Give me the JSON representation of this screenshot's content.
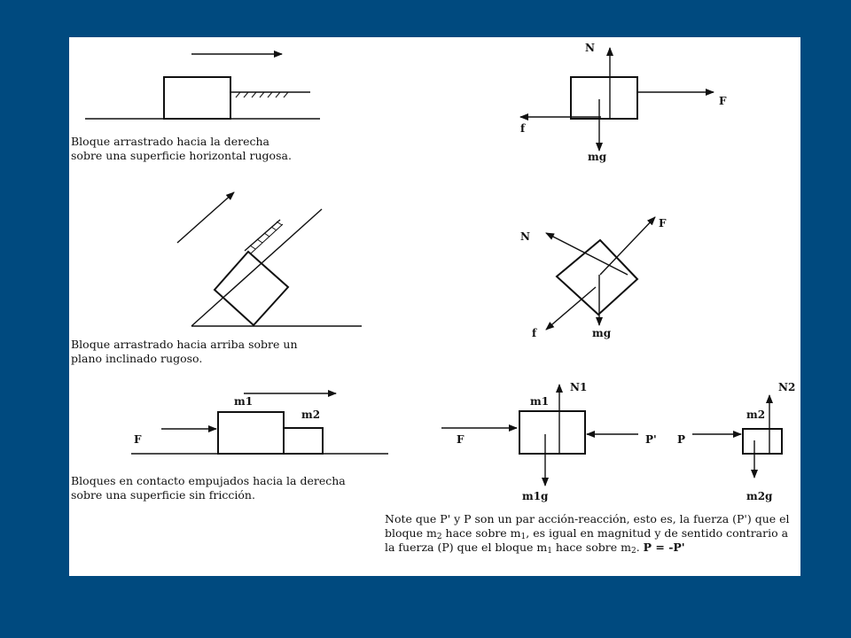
{
  "colors": {
    "background": "#004a7f",
    "panel": "#ffffff",
    "ink": "#111111"
  },
  "captions": {
    "horizontal": "Bloque arrastrado hacia la derecha sobre una superficie horizontal rugosa.",
    "incline": "Bloque arrastrado hacia arriba sobre un plano inclinado rugoso.",
    "contact": "Bloques en contacto empujados hacia la derecha sobre una superficie sin fricción."
  },
  "labels": {
    "horizontal_fbd": {
      "normal": "N",
      "applied": "F",
      "friction": "f",
      "weight": "mg"
    },
    "incline_fbd": {
      "normal": "N",
      "applied": "F",
      "friction": "f",
      "weight": "mg"
    },
    "contact_scene": {
      "mass1": "m1",
      "mass2": "m2",
      "applied": "F"
    },
    "block1_fbd": {
      "normal": "N1",
      "mass": "m1",
      "applied": "F",
      "contact": "P'",
      "weight": "m1g"
    },
    "block2_fbd": {
      "normal": "N2",
      "mass": "m2",
      "contact": "P",
      "weight": "m2g"
    }
  },
  "note": {
    "part1": "Note que P' y P son un par acción-reacción, esto es, la fuerza (P') que el bloque m",
    "sub1": "2",
    "part2": " hace sobre m",
    "sub2": "1",
    "part3": ", es igual en magnitud y de sentido contrario a la fuerza (P) que el bloque m",
    "sub3": "1",
    "part4": " hace sobre m",
    "sub4": "2",
    "part5": ". ",
    "equation": "P = -P'"
  }
}
